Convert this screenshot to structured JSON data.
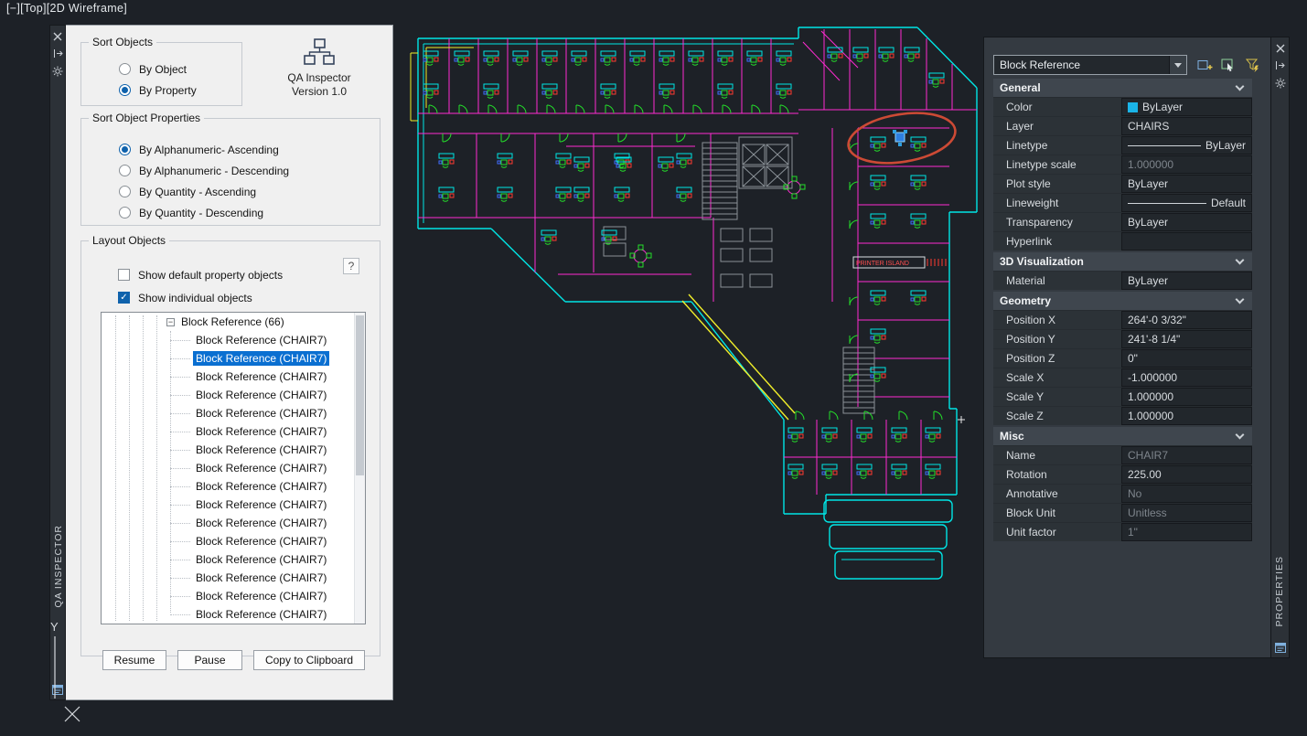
{
  "viewport": {
    "minus": "[−]",
    "view": "[Top]",
    "visual_style": "[2D Wireframe]"
  },
  "ucs": {
    "y_label": "Y"
  },
  "plan": {
    "printer_label": "PRINTER ISLAND",
    "colors": {
      "wall": "#ff2bd1",
      "out": "#00e6e6",
      "grn": "#24e02a",
      "red": "#ff3b30",
      "yel": "#f0ee2a",
      "blu": "#3f6dff",
      "gry": "#8a9197",
      "ann": "#cc4a35",
      "sel": "#2f7fe0",
      "wht": "#e8e8e8"
    }
  },
  "qa_inspector": {
    "grip_title": "QA INSPECTOR",
    "app": {
      "title": "QA Inspector",
      "version": "Version 1.0"
    },
    "sort_objects": {
      "title": "Sort Objects",
      "options": [
        {
          "label": "By Object",
          "selected": false
        },
        {
          "label": "By Property",
          "selected": true
        }
      ]
    },
    "sort_properties": {
      "title": "Sort Object Properties",
      "options": [
        {
          "label": "By Alphanumeric- Ascending",
          "selected": true
        },
        {
          "label": "By Alphanumeric - Descending",
          "selected": false
        },
        {
          "label": "By Quantity - Ascending",
          "selected": false
        },
        {
          "label": "By Quantity - Descending",
          "selected": false
        }
      ]
    },
    "layout_objects": {
      "title": "Layout Objects",
      "help": "?",
      "checkboxes": [
        {
          "label": "Show default property objects",
          "checked": false
        },
        {
          "label": "Show individual objects",
          "checked": true
        }
      ]
    },
    "tree": {
      "collapse_icon": "−",
      "root": "Block Reference (66)",
      "item_label": "Block Reference (CHAIR7)",
      "count": 16,
      "selected_index": 1
    },
    "buttons": {
      "resume": "Resume",
      "pause": "Pause",
      "copy": "Copy to Clipboard"
    }
  },
  "properties": {
    "grip_title": "PROPERTIES",
    "selector": "Block Reference",
    "sections": [
      {
        "title": "General",
        "rows": [
          {
            "label": "Color",
            "value": "ByLayer",
            "swatch": "#1ab4e8"
          },
          {
            "label": "Layer",
            "value": "CHAIRS"
          },
          {
            "label": "Linetype",
            "value": "ByLayer",
            "sample": true
          },
          {
            "label": "Linetype scale",
            "value": "1.000000",
            "muted": true
          },
          {
            "label": "Plot style",
            "value": "ByLayer"
          },
          {
            "label": "Lineweight",
            "value": "Default",
            "sample": true
          },
          {
            "label": "Transparency",
            "value": "ByLayer"
          },
          {
            "label": "Hyperlink",
            "value": ""
          }
        ]
      },
      {
        "title": "3D Visualization",
        "rows": [
          {
            "label": "Material",
            "value": "ByLayer"
          }
        ]
      },
      {
        "title": "Geometry",
        "rows": [
          {
            "label": "Position X",
            "value": "264'-0 3/32\""
          },
          {
            "label": "Position Y",
            "value": "241'-8 1/4\""
          },
          {
            "label": "Position Z",
            "value": "0\""
          },
          {
            "label": "Scale X",
            "value": "-1.000000"
          },
          {
            "label": "Scale Y",
            "value": "1.000000"
          },
          {
            "label": "Scale Z",
            "value": "1.000000"
          }
        ]
      },
      {
        "title": "Misc",
        "rows": [
          {
            "label": "Name",
            "value": "CHAIR7",
            "muted": true
          },
          {
            "label": "Rotation",
            "value": "225.00"
          },
          {
            "label": "Annotative",
            "value": "No",
            "muted": true
          },
          {
            "label": "Block Unit",
            "value": "Unitless",
            "muted": true
          },
          {
            "label": "Unit factor",
            "value": "1\"",
            "muted": true
          }
        ]
      }
    ]
  }
}
